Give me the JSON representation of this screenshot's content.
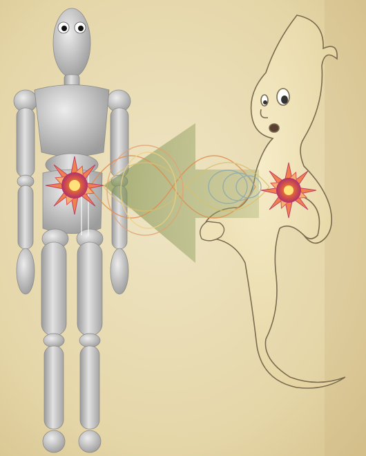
{
  "scene": {
    "background": "#e9dcb2",
    "background_edge": "#d6c38f",
    "mannequin_color": "#c9c9c9",
    "ghost_fill": "#efe2b8",
    "ghost_outline": "#7a6a4e",
    "arrow_color": "#8a9a5a",
    "wave_colors": [
      "#e08a4a",
      "#d8c070",
      "#8aa8b0"
    ]
  },
  "elements": {
    "mannequin": "wooden-mannequin-figure",
    "ghost": "cartoon-ghost-figure",
    "arrow": "energy-transfer-arrow",
    "burst_left": "energy-burst",
    "burst_right": "energy-burst"
  }
}
